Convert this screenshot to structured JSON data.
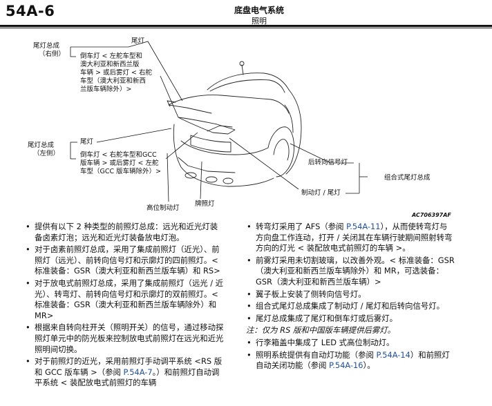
{
  "header": {
    "page_number": "54A-6",
    "title": "底盘电气系统",
    "subtitle": "照明"
  },
  "diagram": {
    "labels": {
      "tail_lamp_right_1": "尾灯总成",
      "tail_lamp_right_2": "（右侧）",
      "tail_lamp_top": "尾灯",
      "reverse_right_1": "倒车灯 < 左舵车型和",
      "reverse_right_2": "澳大利亚和新西兰版",
      "reverse_right_3": "车辆 > 或后雾灯 < 右舵",
      "reverse_right_4": "车型（澳大利亚和新西",
      "reverse_right_5": "兰版车辆除外）>",
      "tail_lamp_left_1": "尾灯总成",
      "tail_lamp_left_2": "（左侧）",
      "tail_lamp_mid": "尾灯",
      "reverse_left_1": "倒车灯 < 右舵车型和GCC",
      "reverse_left_2": "版车辆 > 或后雾灯 < 左舵",
      "reverse_left_3": "车型（GCC 版车辆除外）>",
      "rear_turn": "后转向信号灯",
      "combo_tail": "组合式尾灯总成",
      "brake_tail": "制动灯 / 尾灯",
      "high_brake": "高位制动灯",
      "plate": "牌照灯"
    },
    "figure_code": "AC706397AF"
  },
  "left_column": [
    "提供有以下 2 种类型的前照灯总成：远光和近光灯装备卤素灯泡；远光和近光灯装备放电灯泡。",
    "对于卤素前照灯总成，采用了集成前照灯（近光）、前照灯（远光）、前转向信号灯和示廓灯的四前照灯。< 标准装备：GSR（澳大利亚和新西兰版车辆）和 RS>",
    "对于放电式前照灯总成，采用了集成前照灯（远光 / 近光）、转弯灯、前转向信号灯和示廓灯的双前照灯。< 标准装备：GSR（澳大利亚和新西兰版车辆除外）和 MR>",
    "根据来自转向柱开关（照明开关）的信号，通过移动探照灯单元中的防光板来控制放电式前照灯在远光和近光照明间切换。"
  ],
  "left_last": {
    "pre": "对于前照灯的近光，采用前照灯手动调平系统 <RS 版和 GCC 版车辆 >（参阅 ",
    "link": "P.54A-7",
    "post": "。）和前照灯自动调平系统 < 装配放电式前照灯的车辆"
  },
  "right_afs": {
    "pre": "转弯灯采用了 AFS（参阅 ",
    "link": "P.54A-11",
    "post": "），从而使转弯灯与方向盘工作连动，打开 / 关闭其在车辆行驶期间照射转弯方向的灯光 < 装配放电式前照灯的车辆 >。"
  },
  "right_column": [
    "前雾灯采用未切割玻璃，以改善外观。< 标准装备：GSR（澳大利亚和新西兰版车辆除外）和 MR，可选装备：GSR（澳大利亚和新西兰版车辆）>",
    "翼子板上安装了侧转向信号灯。",
    "组合式尾灯总成集成了制动灯 / 尾灯和后转向信号灯。",
    "尾灯总成集成了尾灯和倒车灯或后雾灯。"
  ],
  "right_note": "注：仅为 RS 版和中国版车辆提供后雾灯。",
  "right_column_2": [
    "行李箱盖中集成了 LED 式高位制动灯。"
  ],
  "right_auto": {
    "pre": "照明系统提供有自动灯功能（参阅 ",
    "link": "P.54A-14",
    "post": "）和前照灯自动关闭功能（参阅 ",
    "link2": "P.54A-16",
    "end": "）。"
  }
}
